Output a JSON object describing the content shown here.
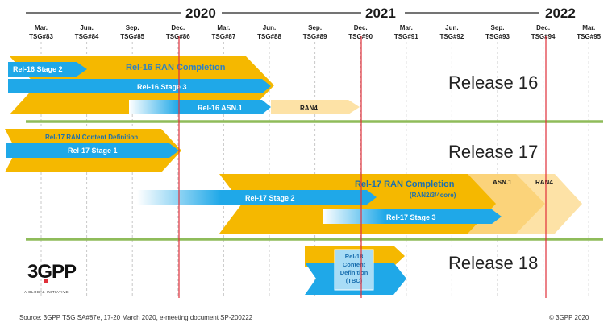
{
  "timeline": {
    "years": [
      "2020",
      "2021",
      "2022"
    ],
    "meetings": [
      {
        "month": "Mar.",
        "tsg": "TSG#83"
      },
      {
        "month": "Jun.",
        "tsg": "TSG#84"
      },
      {
        "month": "Sep.",
        "tsg": "TSG#85"
      },
      {
        "month": "Dec.",
        "tsg": "TSG#86"
      },
      {
        "month": "Mar.",
        "tsg": "TSG#87"
      },
      {
        "month": "Jun.",
        "tsg": "TSG#88"
      },
      {
        "month": "Sep.",
        "tsg": "TSG#89"
      },
      {
        "month": "Dec.",
        "tsg": "TSG#90"
      },
      {
        "month": "Mar.",
        "tsg": "TSG#91"
      },
      {
        "month": "Jun.",
        "tsg": "TSG#92"
      },
      {
        "month": "Sep.",
        "tsg": "TSG#93"
      },
      {
        "month": "Dec.",
        "tsg": "TSG#94"
      },
      {
        "month": "Mar.",
        "tsg": "TSG#95"
      }
    ]
  },
  "releases": {
    "r16": "Release 16",
    "r17": "Release 17",
    "r18": "Release 18"
  },
  "bars": {
    "rel16_stage2": "Rel-16 Stage 2",
    "rel16_ran_completion": "Rel-16 RAN Completion",
    "rel16_stage3": "Rel-16 Stage 3",
    "rel16_asn1": "Rel-16 ASN.1",
    "rel16_ran4": "RAN4",
    "rel17_content_definition": "Rel-17 RAN Content Definition",
    "rel17_stage1": "Rel-17 Stage 1",
    "rel17_ran_completion": "Rel-17 RAN Completion",
    "rel17_ran_completion_sub": "(RAN2/3/4core)",
    "rel17_asn1": "ASN.1",
    "rel17_ran4": "RAN4",
    "rel17_stage2": "Rel-17 Stage 2",
    "rel17_stage3": "Rel-17 Stage 3",
    "rel18_box_lines": [
      "Rel-18",
      "Content",
      "Definition",
      "(TBC)"
    ]
  },
  "logo": {
    "text": "3GPP",
    "tagline": "A GLOBAL INITIATIVE"
  },
  "footer": {
    "source": "Source: 3GPP TSG SA#87e, 17-20 March 2020, e-meeting document SP-200222",
    "copyright": "© 3GPP 2020"
  },
  "colors": {
    "orange": "#f5b800",
    "blue": "#1fa8e8",
    "light_orange": "#fde2a6",
    "pale_orange": "#fbd37a",
    "green_line": "#8fbc5a",
    "red_line": "#e0303a",
    "label_blue": "#1a6fb0"
  }
}
